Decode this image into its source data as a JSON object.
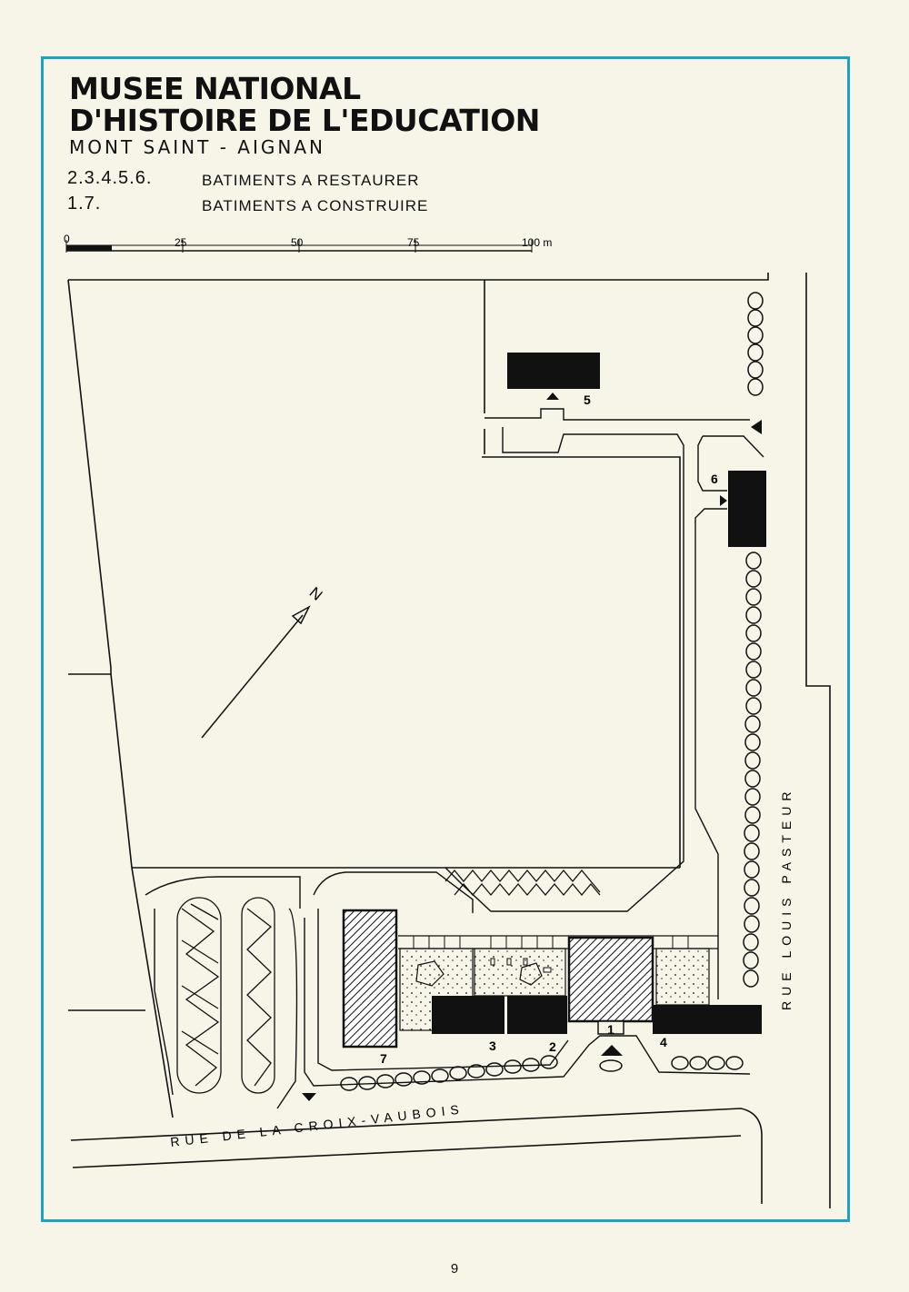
{
  "header": {
    "title_line1": "MUSEE  NATIONAL",
    "title_line2": "D'HISTOIRE  DE  L'EDUCATION",
    "subtitle": "MONT  SAINT - AIGNAN"
  },
  "legend": [
    {
      "codes": "2.3.4.5.6.",
      "label": "BATIMENTS   A   RESTAURER"
    },
    {
      "codes": "1.7.",
      "label": "BATIMENTS   A   CONSTRUIRE"
    }
  ],
  "scale": {
    "ticks": [
      "0",
      "25",
      "50",
      "75",
      "100 m"
    ]
  },
  "north": {
    "label": "N"
  },
  "buildings": [
    "1",
    "2",
    "3",
    "4",
    "5",
    "6",
    "7"
  ],
  "streets": {
    "south": "RUE  DE  LA  CROIX-VAUBOIS",
    "east": "RUE  LOUIS  PASTEUR"
  },
  "footer": {
    "page_number": "9"
  }
}
